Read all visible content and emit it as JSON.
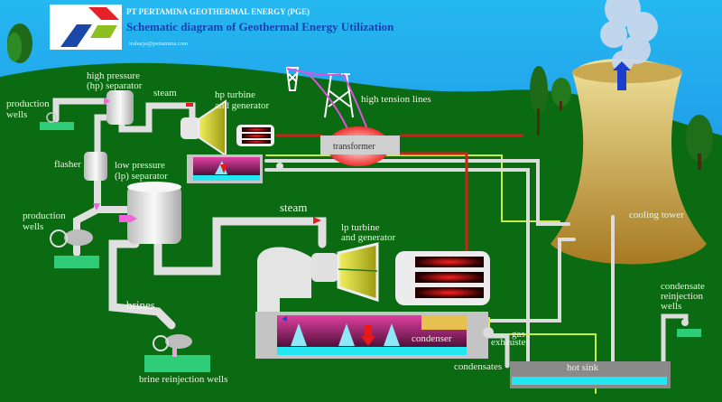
{
  "header": {
    "company": "PT PERTAMINA GEOTHERMAL ENERGY (PGE)",
    "title": "Schematic diagram of Geothermal Energy Utilization",
    "email": "iraharjo@pertamina.com",
    "logo": "pertamina-logo"
  },
  "labels": {
    "production_wells_top": [
      "production",
      "wells"
    ],
    "hp_separator": [
      "high pressure",
      "(hp) separator"
    ],
    "steam_top": "steam",
    "hp_turbine": [
      "hp turbine",
      "and generator"
    ],
    "high_tension_lines": "high tension lines",
    "transformer": "transformer",
    "flasher": "flasher",
    "lp_separator": [
      "low pressure",
      "(lp) separator"
    ],
    "production_wells_mid": [
      "production",
      "wells"
    ],
    "steam_mid": "steam",
    "lp_turbine": [
      "lp turbine",
      "and generator"
    ],
    "cooling_tower": "cooling tower",
    "brines": "brines",
    "brine_reinjection_wells": "brine reinjection wells",
    "condenser": "condenser",
    "gas_exhauster": [
      "gas",
      "exhauster"
    ],
    "condensates": "condensates",
    "hot_sink": "hot sink",
    "condensate_reinjection_wells": [
      "condensate",
      "reinjection",
      "wells"
    ]
  },
  "colors": {
    "sky": "#1e8fe8",
    "ground": "#0b6b12",
    "pipe": "#d8d8d8",
    "power_line": "#d0201a",
    "flow_arrow": "#ee66dd",
    "water": "#22e6f0",
    "cooling_tower": "#d4b45a",
    "title_blue": "#1a3fb0"
  }
}
